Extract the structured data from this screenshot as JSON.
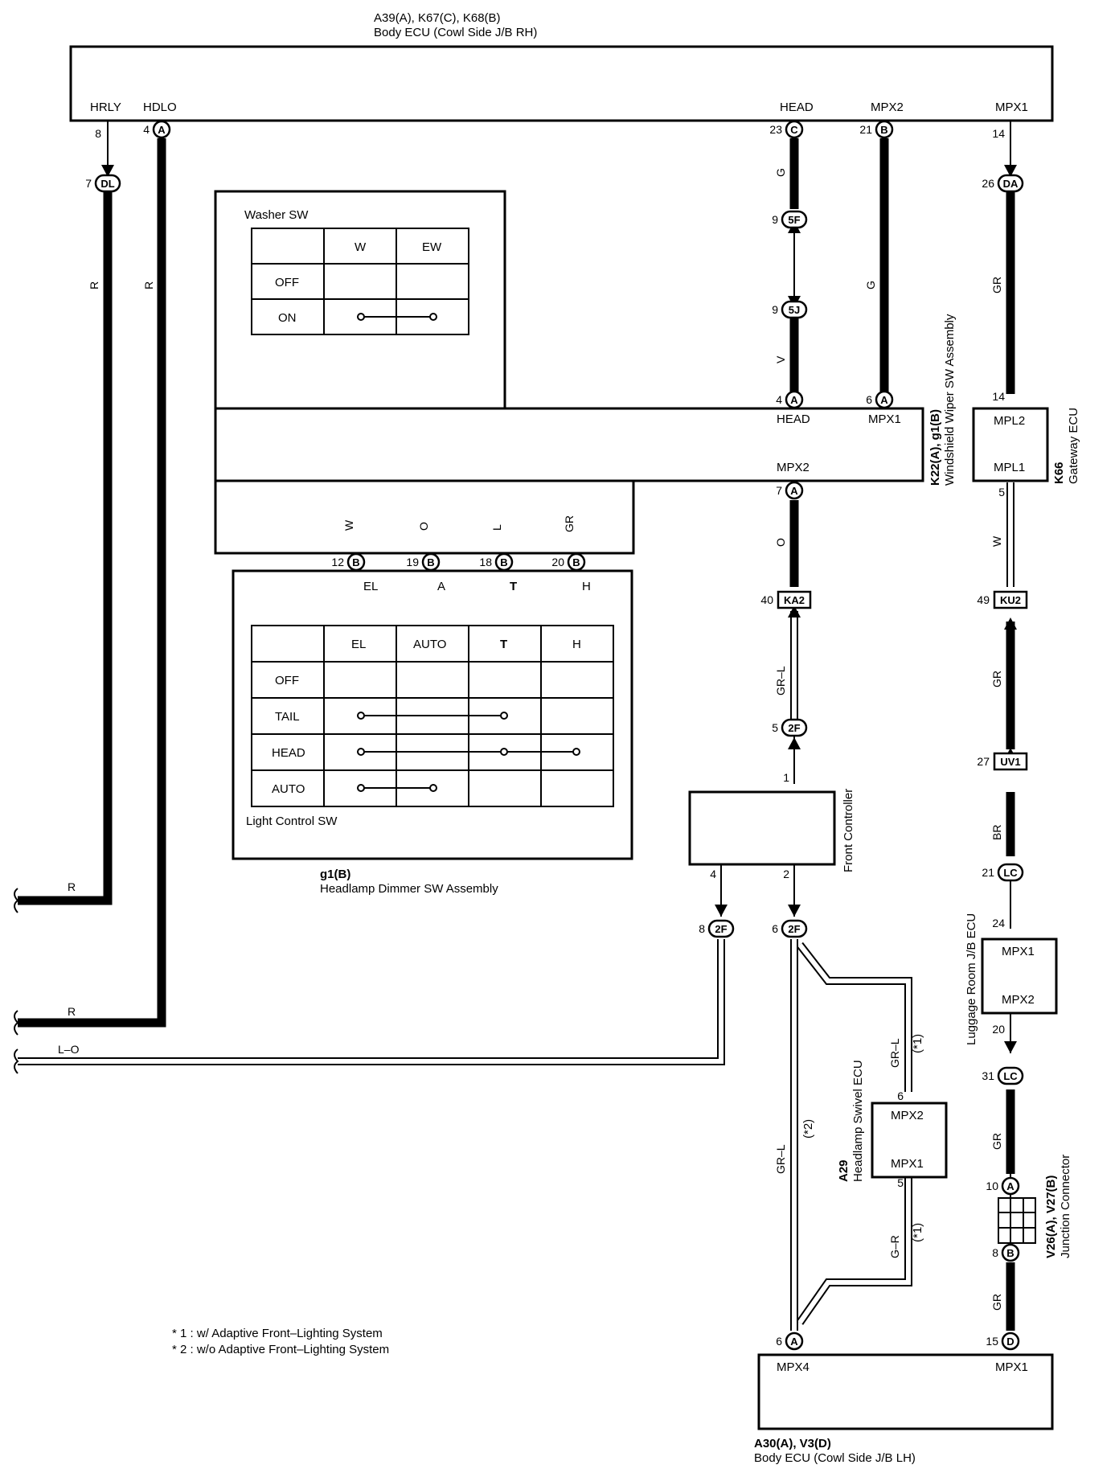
{
  "components": {
    "body_ecu_rh": {
      "ids": "A39(A), K67(C), K68(B)",
      "name": "Body ECU (Cowl Side J/B RH)",
      "pins": {
        "hrly": "HRLY",
        "hdlo": "HDLO",
        "head": "HEAD",
        "mpx2": "MPX2",
        "mpx1": "MPX1"
      }
    },
    "wiper_sw": {
      "ids": "K22(A), g1(B)",
      "name": "Windshield Wiper SW Assembly",
      "pins": {
        "head": "HEAD",
        "mpx1": "MPX1",
        "mpx2": "MPX2"
      }
    },
    "gateway_ecu": {
      "ids": "K66",
      "name": "Gateway ECU",
      "pins": {
        "mpl2": "MPL2",
        "mpl1": "MPL1"
      }
    },
    "washer_sw": {
      "title": "Washer SW",
      "cols": [
        "W",
        "EW"
      ],
      "rows": [
        "OFF",
        "ON"
      ]
    },
    "light_sw": {
      "title": "Light Control SW",
      "cols": [
        "EL",
        "AUTO",
        "T",
        "H"
      ],
      "rows": [
        "OFF",
        "TAIL",
        "HEAD",
        "AUTO"
      ],
      "pin_labels": [
        "EL",
        "A",
        "T",
        "H"
      ]
    },
    "dimmer": {
      "ids": "g1(B)",
      "name": "Headlamp Dimmer SW Assembly"
    },
    "front_controller": {
      "name": "Front Controller"
    },
    "luggage_ecu": {
      "name": "Luggage Room J/B ECU",
      "pins": {
        "mpx1": "MPX1",
        "mpx2": "MPX2"
      }
    },
    "swivel_ecu": {
      "ids": "A29",
      "name": "Headlamp Swivel ECU",
      "pins": {
        "mpx2": "MPX2",
        "mpx1": "MPX1"
      }
    },
    "junction": {
      "ids": "V26(A), V27(B)",
      "name": "Junction Connector"
    },
    "body_ecu_lh": {
      "ids": "A30(A), V3(D)",
      "name": "Body ECU (Cowl Side J/B LH)",
      "pins": {
        "mpx4": "MPX4",
        "mpx1": "MPX1"
      }
    }
  },
  "connectors": {
    "dl": "DL",
    "a": "A",
    "b": "B",
    "c": "C",
    "c5f": "5F",
    "c5j": "5J",
    "da": "DA",
    "ka2": "KA2",
    "ku2": "KU2",
    "uv1": "UV1",
    "lc": "LC",
    "c2f": "2F",
    "d": "D"
  },
  "pin_numbers": {
    "p8": "8",
    "p4": "4",
    "p23": "23",
    "p21": "21",
    "p14": "14",
    "p7": "7",
    "p26": "26",
    "p9a": "9",
    "p9b": "9",
    "p4b": "4",
    "p6": "6",
    "p14b": "14",
    "p7b": "7",
    "p5": "5",
    "p12": "12",
    "p19": "19",
    "p18": "18",
    "p20": "20",
    "p40": "40",
    "p49": "49",
    "p5b": "5",
    "p27": "27",
    "p1": "1",
    "p21b": "21",
    "p24": "24",
    "p4c": "4",
    "p2": "2",
    "p8b": "8",
    "p6b": "6",
    "p20b": "20",
    "p6c": "6",
    "p31": "31",
    "p5c": "5",
    "p10": "10",
    "p8c": "8",
    "p6d": "6",
    "p15": "15"
  },
  "wire_colors": {
    "r1": "R",
    "r2": "R",
    "g1": "G",
    "v": "V",
    "g2": "G",
    "gr1": "GR",
    "w1": "W",
    "o1": "O",
    "l1": "L",
    "gr2": "GR",
    "o2": "O",
    "w2": "W",
    "grl1": "GR–L",
    "gr3": "GR",
    "br": "BR",
    "r3": "R",
    "r4": "R",
    "lo": "L–O",
    "grl2": "GR–L",
    "grl3": "GR–L",
    "gr_r": "G–R",
    "gr4": "GR",
    "gr5": "GR"
  },
  "notes": {
    "s2": "(*2)",
    "s1a": "(*1)",
    "s1b": "(*1)",
    "n1": "* 1 : w/ Adaptive Front–Lighting System",
    "n2": "* 2 : w/o Adaptive Front–Lighting System"
  }
}
